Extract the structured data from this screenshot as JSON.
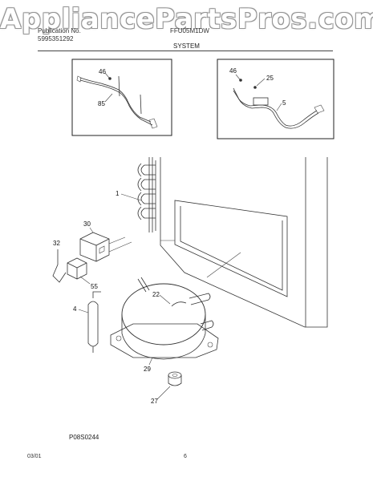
{
  "watermark": "AppliancePartsPros.com",
  "header": {
    "brand_line": "Publication No.",
    "pub_number": "5995351292",
    "model": "FFU05M1DW",
    "section": "SYSTEM"
  },
  "callouts": {
    "n46a": "46",
    "n85": "85",
    "n46b": "46",
    "n25": "25",
    "n5": "5",
    "n1": "1",
    "n30": "30",
    "n32": "32",
    "n55": "55",
    "n22": "22",
    "n4": "4",
    "n29": "29",
    "n27": "27"
  },
  "figure_code": "P08S0244",
  "footer": {
    "date": "03/01",
    "page": "6"
  }
}
